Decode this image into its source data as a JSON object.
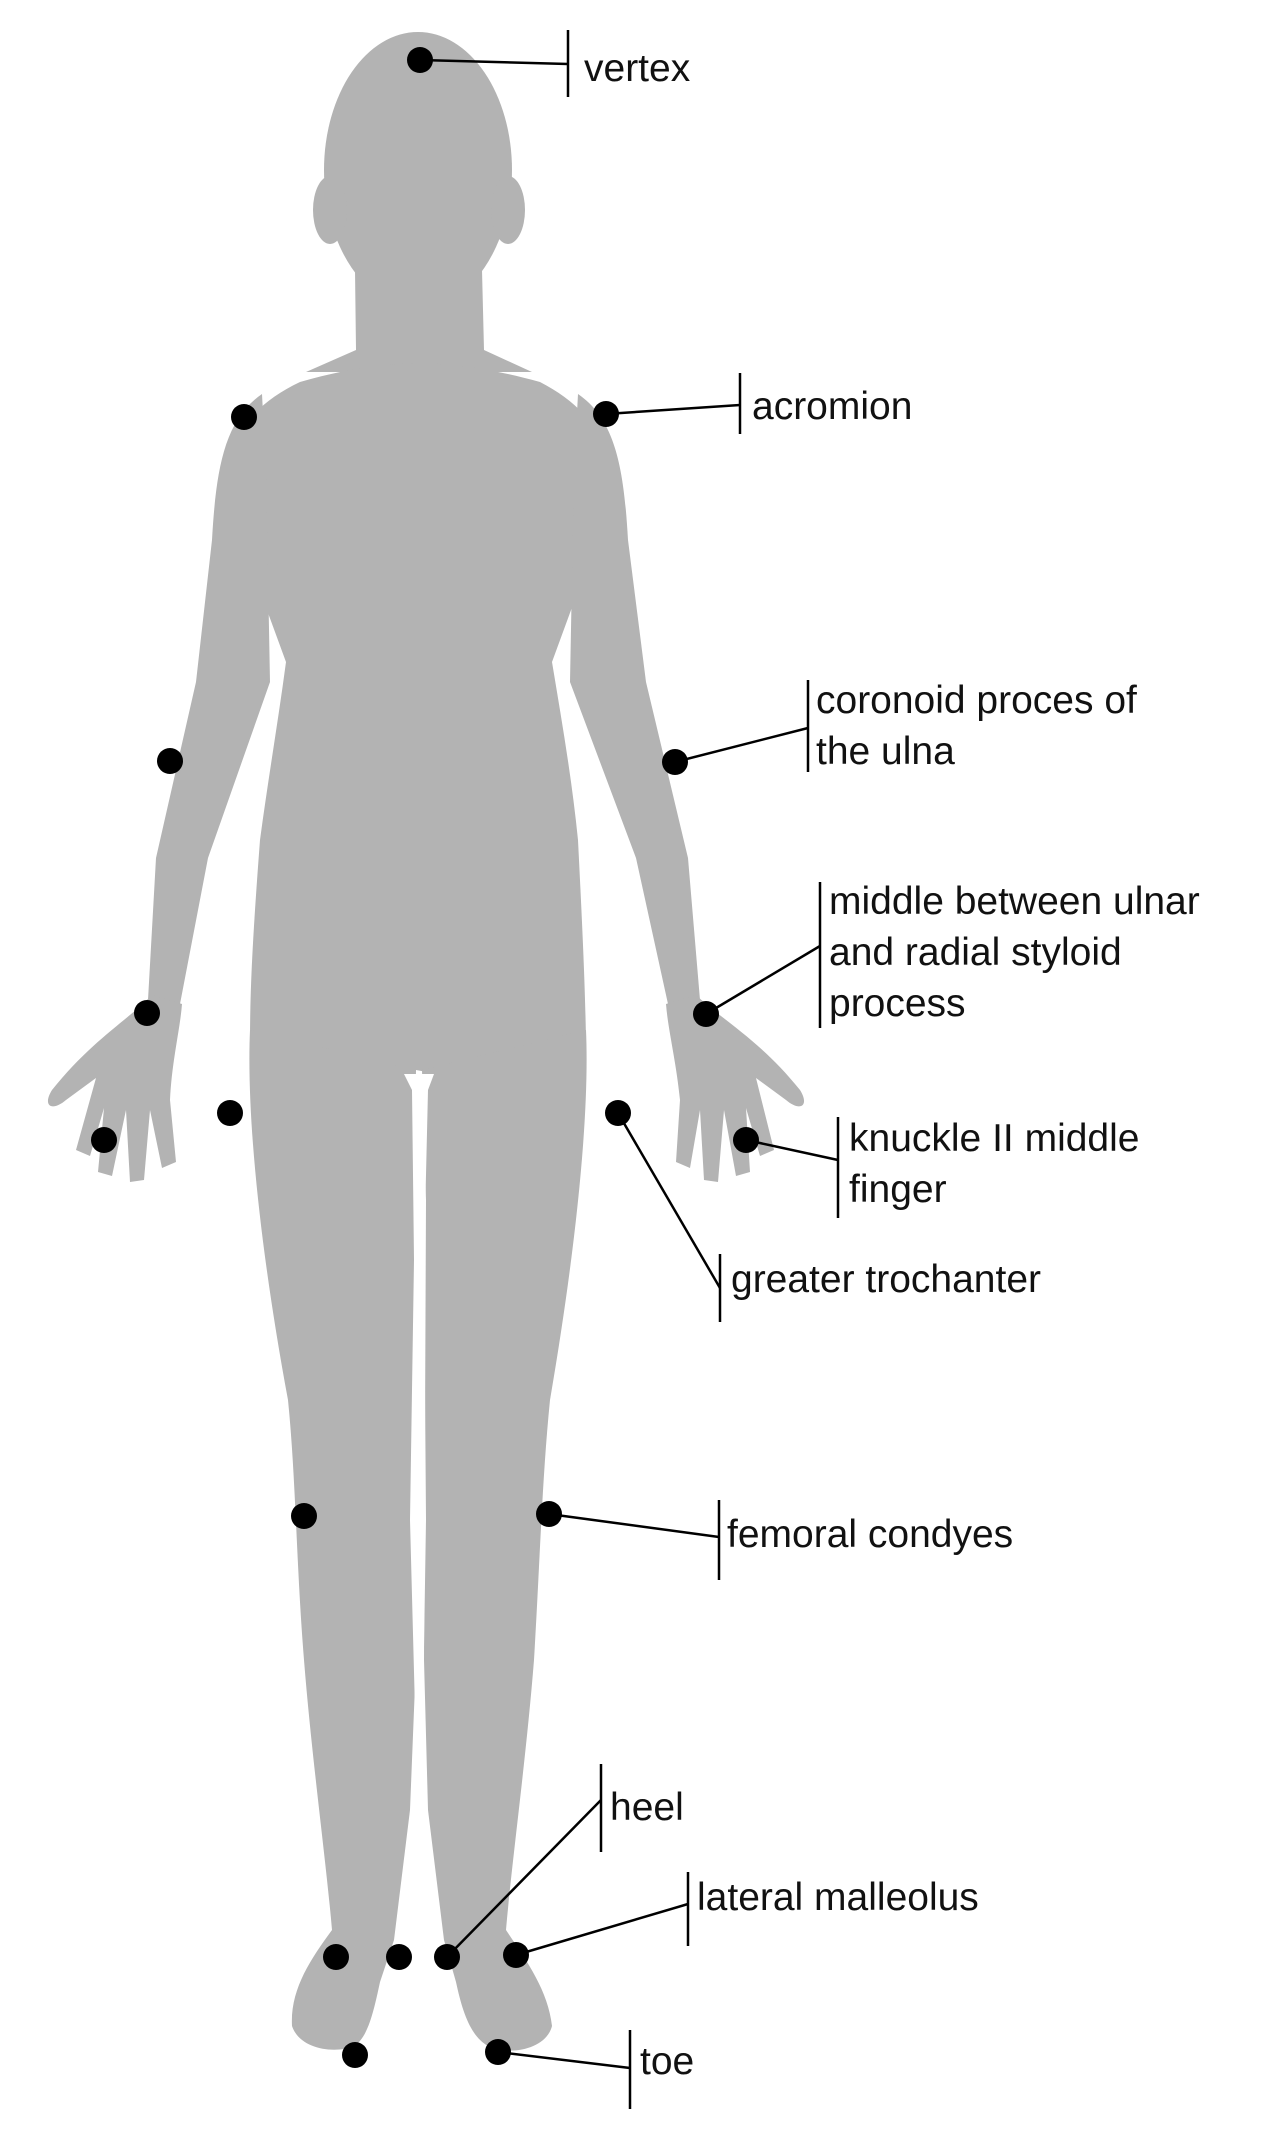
{
  "colors": {
    "silhouette": "#b3b3b3",
    "marker": "#000000",
    "leader_line": "#000000",
    "text": "#111111",
    "background": "#ffffff"
  },
  "labels": {
    "vertex": {
      "lines": [
        "vertex"
      ]
    },
    "acromion": {
      "lines": [
        "acromion"
      ]
    },
    "coronoid": {
      "lines": [
        "coronoid proces of",
        "the ulna"
      ]
    },
    "styloid": {
      "lines": [
        "middle between ulnar",
        "and radial styloid",
        "process"
      ]
    },
    "knuckle": {
      "lines": [
        "knuckle II middle",
        "finger"
      ]
    },
    "trochanter": {
      "lines": [
        "greater trochanter"
      ]
    },
    "condyles": {
      "lines": [
        "femoral condyes"
      ]
    },
    "heel": {
      "lines": [
        "heel"
      ]
    },
    "malleolus": {
      "lines": [
        "lateral malleolus"
      ]
    },
    "toe": {
      "lines": [
        "toe"
      ]
    }
  },
  "landmark_names": [
    "vertex",
    "acromion-left",
    "acromion-right",
    "elbow-left",
    "elbow-right",
    "wrist-left",
    "wrist-right",
    "knuckle-left",
    "knuckle-right",
    "trochanter-left",
    "trochanter-right",
    "knee-left",
    "knee-right",
    "malleolus-left",
    "heel-left",
    "heel-right",
    "malleolus-right",
    "toe-left",
    "toe-right"
  ]
}
